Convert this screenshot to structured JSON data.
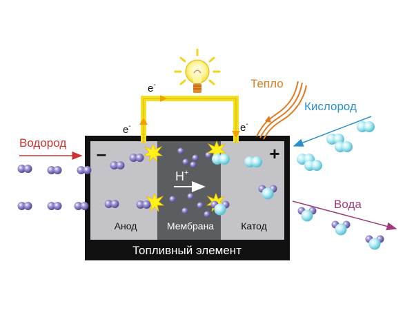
{
  "labels": {
    "hydrogen": "Водород",
    "oxygen": "Кислород",
    "heat": "Тепло",
    "water": "Вода",
    "anode": "Анод",
    "membrane": "Мембрана",
    "cathode": "Катод",
    "cell_title": "Топливный элемент",
    "proton": "H",
    "proton_charge": "+",
    "electron": "e",
    "electron_charge": "-",
    "minus": "–",
    "plus": "+"
  },
  "colors": {
    "hydrogen_arrow": "#d03030",
    "oxygen_arrow": "#2a8fd0",
    "heat_arrow": "#e07a20",
    "water_arrow": "#a03a7a",
    "wire": "#f5e020",
    "cell_frame": "#111111",
    "electrode": "#c4c4c8",
    "membrane": "#5a5e60",
    "hydrogen_molecule": "#6a5fb0",
    "oxygen_molecule": "#7fd8e8"
  },
  "icons": {
    "bulb": "light-bulb-icon"
  }
}
